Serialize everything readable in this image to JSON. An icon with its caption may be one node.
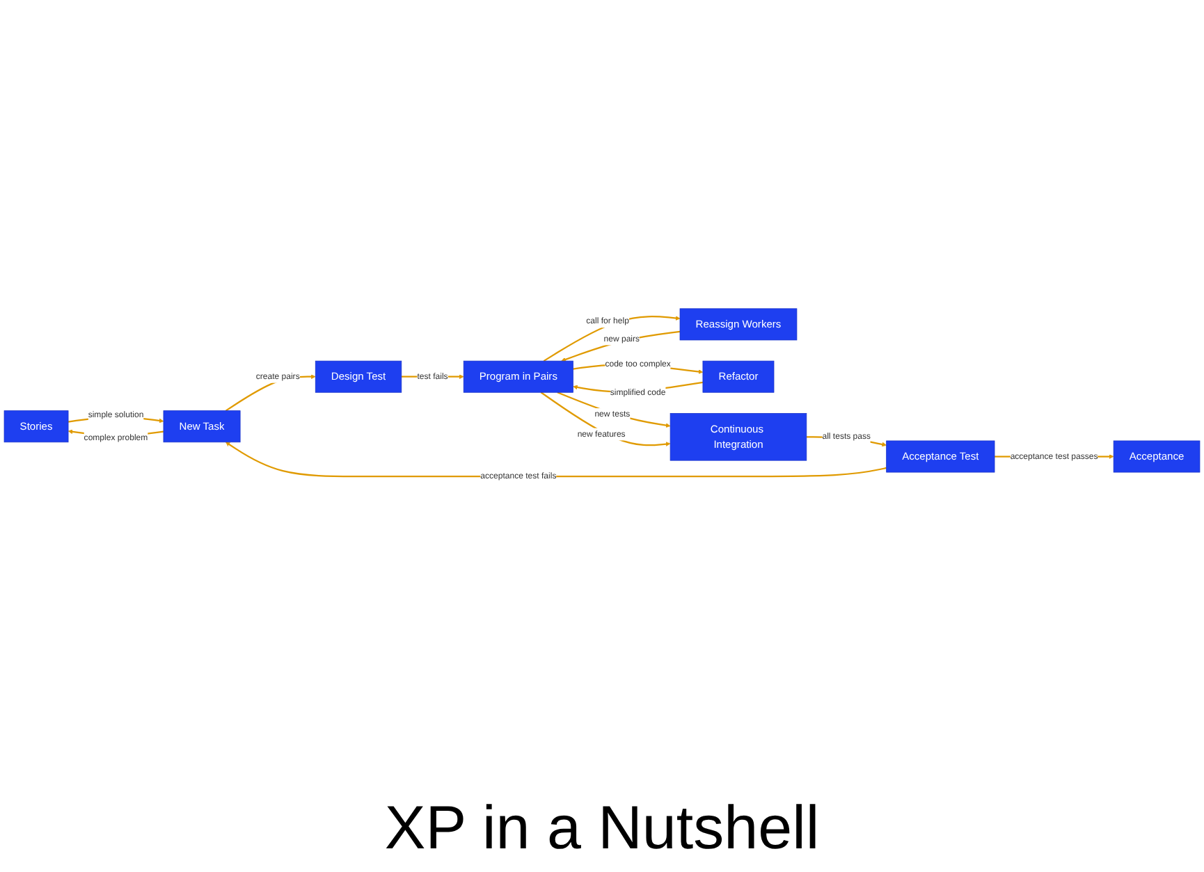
{
  "diagram": {
    "title": "XP in a Nutshell",
    "nodes": [
      {
        "text": [
          "Stories"
        ]
      },
      {
        "text": [
          "New Task"
        ]
      },
      {
        "text": [
          "Design Test"
        ]
      },
      {
        "text": [
          "Reassign Workers"
        ]
      },
      {
        "text": [
          "Program in Pairs"
        ]
      },
      {
        "text": [
          "Refactor"
        ]
      },
      {
        "text": [
          "Continuous Integration"
        ]
      },
      {
        "text": [
          "Acceptance Test"
        ]
      },
      {
        "text": [
          "Acceptance"
        ]
      }
    ],
    "edges": [
      {
        "from": 1,
        "to": 0,
        "arrow": "to",
        "label": "complex problem"
      },
      {
        "from": 0,
        "to": 1,
        "arrow": "to",
        "label": "simple solution"
      },
      {
        "from": 1,
        "to": 2,
        "arrow": "to",
        "label": "create pairs"
      },
      {
        "from": 2,
        "to": 4,
        "arrow": "to",
        "label": "test fails"
      },
      {
        "from": 4,
        "to": 3,
        "arrow": "to",
        "label": "call for help"
      },
      {
        "from": 3,
        "to": 4,
        "arrow": "to",
        "label": "new pairs"
      },
      {
        "from": 4,
        "to": 6,
        "arrow": "to",
        "label": "new tests"
      },
      {
        "from": 4,
        "to": 6,
        "arrow": "to",
        "label": "new features"
      },
      {
        "from": 4,
        "to": 5,
        "arrow": "to",
        "label": "code too complex"
      },
      {
        "from": 5,
        "to": 4,
        "arrow": "to",
        "label": "simplified code"
      },
      {
        "from": 6,
        "to": 7,
        "arrow": "to",
        "label": "all tests pass"
      },
      {
        "from": 7,
        "to": 1,
        "arrow": "to",
        "label": "acceptance test fails"
      },
      {
        "from": 7,
        "to": 8,
        "arrow": "to",
        "label": "acceptance test passes"
      }
    ]
  }
}
